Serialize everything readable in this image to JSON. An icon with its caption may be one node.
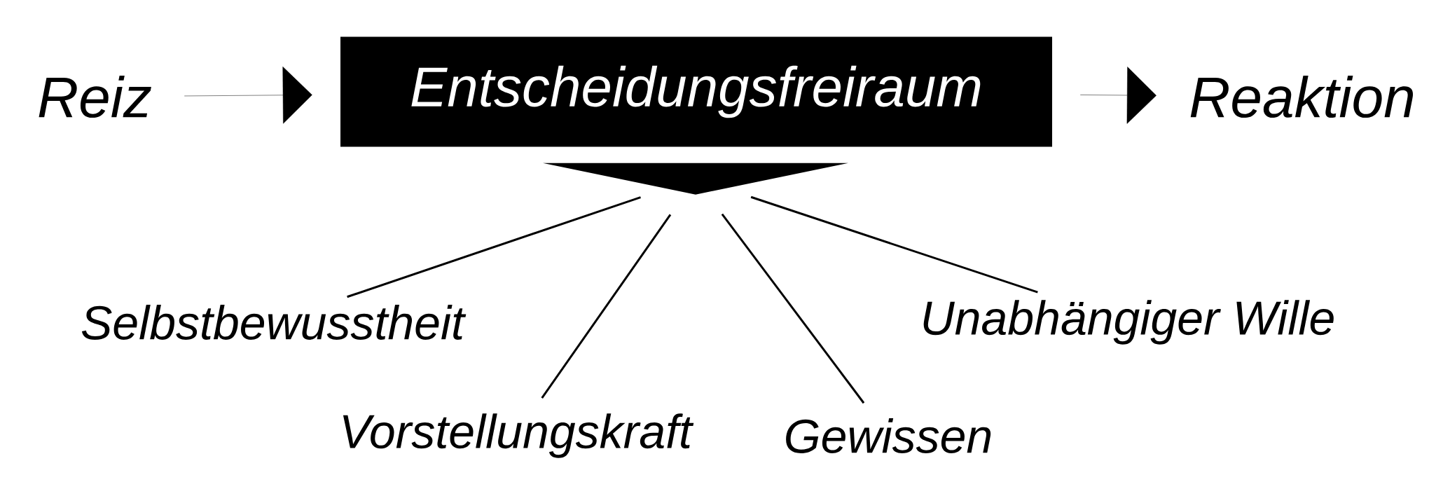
{
  "diagram": {
    "nodes": [
      {
        "text": [
          "Reiz"
        ]
      },
      {
        "text": [
          "Entscheidungsfreiraum"
        ]
      },
      {
        "text": [
          "Reaktion"
        ]
      },
      {
        "text": [],
        "shape": "triangle"
      },
      {
        "text": [
          "Selbstbewusstheit"
        ]
      },
      {
        "text": [
          "Vorstellungskraft"
        ]
      },
      {
        "text": [
          "Gewissen"
        ]
      },
      {
        "text": [
          "Unabhängiger Wille"
        ]
      }
    ],
    "edges": [
      {
        "from": 0,
        "to": 1,
        "arrow": "to"
      },
      {
        "from": 1,
        "to": 2,
        "arrow": "to"
      },
      {
        "from": 3,
        "to": 4,
        "arrow": "none"
      },
      {
        "from": 3,
        "to": 5,
        "arrow": "none"
      },
      {
        "from": 3,
        "to": 6,
        "arrow": "none"
      },
      {
        "from": 3,
        "to": 7,
        "arrow": "none"
      }
    ]
  }
}
